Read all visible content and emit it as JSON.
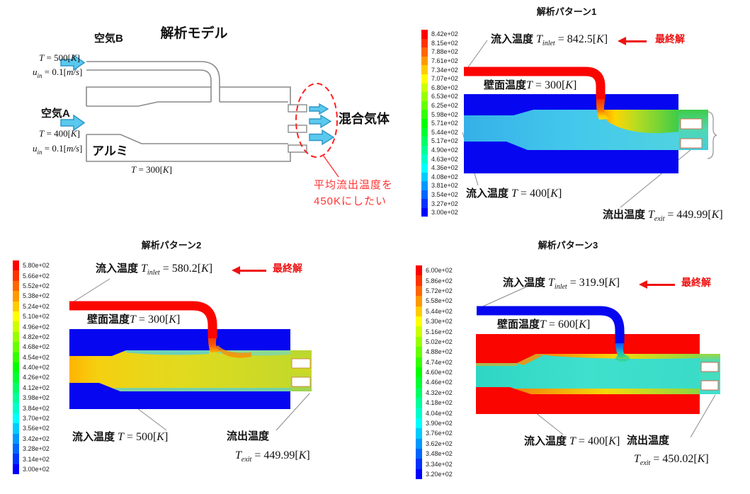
{
  "shared": {
    "eq": " = ",
    "lb": "[",
    "rb": "]"
  },
  "model": {
    "title": "解析モデル",
    "air_b": {
      "label": "空気B",
      "temp": {
        "symbol": "T",
        "value": "500",
        "unit": "K"
      },
      "vel": {
        "symbol": "u",
        "sub": "in",
        "value": "0.1",
        "unit": "m/s"
      }
    },
    "air_a": {
      "label": "空気A",
      "temp": {
        "symbol": "T",
        "value": "400",
        "unit": "K"
      },
      "vel": {
        "symbol": "u",
        "sub": "in",
        "value": "0.1",
        "unit": "m/s"
      }
    },
    "aluminum_label": "アルミ",
    "block_temp": {
      "symbol": "T",
      "value": "300",
      "unit": "K"
    },
    "outlet_label": "混合気体",
    "goal_note_line1": "平均流出温度を",
    "goal_note_line2": "450Kにしたい"
  },
  "patterns": [
    {
      "title": "解析パターン1",
      "final_label": "最終解",
      "inlet_top": {
        "label": "流入温度",
        "symbol": "T",
        "sub": "inlet",
        "value": "842.5",
        "unit": "K"
      },
      "wall": {
        "label": "壁面温度",
        "symbol": "T",
        "value": "300",
        "unit": "K"
      },
      "inlet_bottom": {
        "label": "流入温度",
        "symbol": "T",
        "value": "400",
        "unit": "K"
      },
      "outlet": {
        "label": "流出温度",
        "symbol": "T",
        "sub": "exit",
        "value": "449.99",
        "unit": "K"
      },
      "colors": {
        "block": "#0606f0",
        "pipe": "#fb0500"
      },
      "colorbar": [
        "8.42e+02",
        "8.15e+02",
        "7.88e+02",
        "7.61e+02",
        "7.34e+02",
        "7.07e+02",
        "6.80e+02",
        "6.53e+02",
        "6.25e+02",
        "5.98e+02",
        "5.71e+02",
        "5.44e+02",
        "5.17e+02",
        "4.90e+02",
        "4.63e+02",
        "4.36e+02",
        "4.08e+02",
        "3.81e+02",
        "3.54e+02",
        "3.27e+02",
        "3.00e+02"
      ]
    },
    {
      "title": "解析パターン2",
      "final_label": "最終解",
      "inlet_top": {
        "label": "流入温度",
        "symbol": "T",
        "sub": "inlet",
        "value": "580.2",
        "unit": "K"
      },
      "wall": {
        "label": "壁面温度",
        "symbol": "T",
        "value": "300",
        "unit": "K"
      },
      "inlet_bottom": {
        "label": "流入温度",
        "symbol": "T",
        "value": "500",
        "unit": "K"
      },
      "outlet": {
        "label": "流出温度",
        "symbol": "T",
        "sub": "exit",
        "value": "449.99",
        "unit": "K"
      },
      "colors": {
        "block": "#0606f0",
        "pipe": "#fb0500"
      },
      "colorbar": [
        "5.80e+02",
        "5.66e+02",
        "5.52e+02",
        "5.38e+02",
        "5.24e+02",
        "5.10e+02",
        "4.96e+02",
        "4.82e+02",
        "4.68e+02",
        "4.54e+02",
        "4.40e+02",
        "4.26e+02",
        "4.12e+02",
        "3.98e+02",
        "3.84e+02",
        "3.70e+02",
        "3.56e+02",
        "3.42e+02",
        "3.28e+02",
        "3.14e+02",
        "3.00e+02"
      ]
    },
    {
      "title": "解析パターン3",
      "final_label": "最終解",
      "inlet_top": {
        "label": "流入温度",
        "symbol": "T",
        "sub": "inlet",
        "value": "319.9",
        "unit": "K"
      },
      "wall": {
        "label": "壁面温度",
        "symbol": "T",
        "value": "600",
        "unit": "K"
      },
      "inlet_bottom": {
        "label": "流入温度",
        "symbol": "T",
        "value": "400",
        "unit": "K"
      },
      "outlet": {
        "label": "流出温度",
        "symbol": "T",
        "sub": "exit",
        "value": "450.02",
        "unit": "K"
      },
      "colors": {
        "block": "#fb0500",
        "pipe": "#0606f0"
      },
      "colorbar": [
        "6.00e+02",
        "5.86e+02",
        "5.72e+02",
        "5.58e+02",
        "5.44e+02",
        "5.30e+02",
        "5.16e+02",
        "5.02e+02",
        "4.88e+02",
        "4.74e+02",
        "4.60e+02",
        "4.46e+02",
        "4.32e+02",
        "4.18e+02",
        "4.04e+02",
        "3.90e+02",
        "3.76e+02",
        "3.62e+02",
        "3.48e+02",
        "3.34e+02",
        "3.20e+02"
      ]
    }
  ]
}
